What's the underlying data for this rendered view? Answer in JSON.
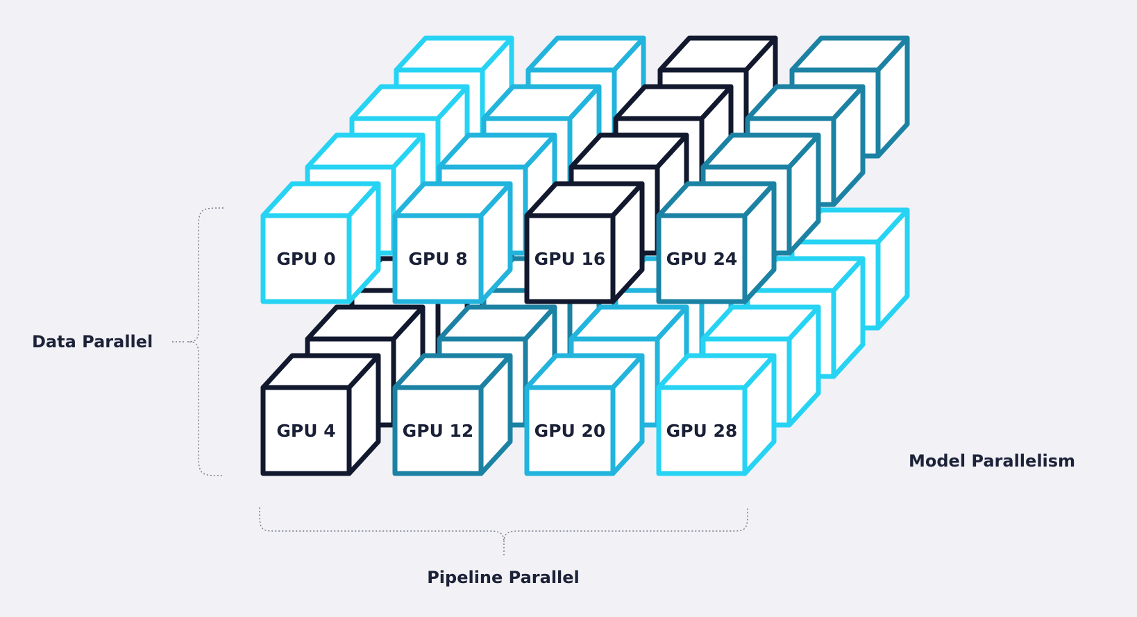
{
  "labels": {
    "data_parallel": "Data Parallel",
    "pipeline_parallel": "Pipeline Parallel",
    "model_parallelism": "Model Parallelism"
  },
  "colors": {
    "background": "#f1f1f6",
    "cube_face": "#ffffff",
    "text": "#1c2238",
    "palette": {
      "cyan": "#27d3f3",
      "sky": "#22b4dc",
      "teal": "#1a9fc3",
      "dark_teal": "#1c82a3",
      "navy": "#12192e"
    }
  },
  "grid": {
    "columns": 4,
    "rows": 2,
    "depth": 4
  },
  "cubes": [
    {
      "col": 0,
      "row": 0,
      "depth": 0,
      "label": "GPU 0",
      "color": "cyan"
    },
    {
      "col": 0,
      "row": 0,
      "depth": 1,
      "label": "",
      "color": "cyan"
    },
    {
      "col": 0,
      "row": 0,
      "depth": 2,
      "label": "",
      "color": "cyan"
    },
    {
      "col": 0,
      "row": 0,
      "depth": 3,
      "label": "",
      "color": "cyan"
    },
    {
      "col": 1,
      "row": 0,
      "depth": 0,
      "label": "GPU 8",
      "color": "sky"
    },
    {
      "col": 1,
      "row": 0,
      "depth": 1,
      "label": "",
      "color": "sky"
    },
    {
      "col": 1,
      "row": 0,
      "depth": 2,
      "label": "",
      "color": "sky"
    },
    {
      "col": 1,
      "row": 0,
      "depth": 3,
      "label": "",
      "color": "sky"
    },
    {
      "col": 2,
      "row": 0,
      "depth": 0,
      "label": "GPU 16",
      "color": "navy"
    },
    {
      "col": 2,
      "row": 0,
      "depth": 1,
      "label": "",
      "color": "navy"
    },
    {
      "col": 2,
      "row": 0,
      "depth": 2,
      "label": "",
      "color": "navy"
    },
    {
      "col": 2,
      "row": 0,
      "depth": 3,
      "label": "",
      "color": "navy"
    },
    {
      "col": 3,
      "row": 0,
      "depth": 0,
      "label": "GPU 24",
      "color": "dark_teal"
    },
    {
      "col": 3,
      "row": 0,
      "depth": 1,
      "label": "",
      "color": "dark_teal"
    },
    {
      "col": 3,
      "row": 0,
      "depth": 2,
      "label": "",
      "color": "dark_teal"
    },
    {
      "col": 3,
      "row": 0,
      "depth": 3,
      "label": "",
      "color": "dark_teal"
    },
    {
      "col": 0,
      "row": 1,
      "depth": 0,
      "label": "GPU 4",
      "color": "navy"
    },
    {
      "col": 0,
      "row": 1,
      "depth": 1,
      "label": "",
      "color": "navy"
    },
    {
      "col": 0,
      "row": 1,
      "depth": 2,
      "label": "",
      "color": "navy"
    },
    {
      "col": 0,
      "row": 1,
      "depth": 3,
      "label": "",
      "color": "navy"
    },
    {
      "col": 1,
      "row": 1,
      "depth": 0,
      "label": "GPU 12",
      "color": "dark_teal"
    },
    {
      "col": 1,
      "row": 1,
      "depth": 1,
      "label": "",
      "color": "dark_teal"
    },
    {
      "col": 1,
      "row": 1,
      "depth": 2,
      "label": "",
      "color": "dark_teal"
    },
    {
      "col": 1,
      "row": 1,
      "depth": 3,
      "label": "",
      "color": "dark_teal"
    },
    {
      "col": 2,
      "row": 1,
      "depth": 0,
      "label": "GPU 20",
      "color": "sky"
    },
    {
      "col": 2,
      "row": 1,
      "depth": 1,
      "label": "",
      "color": "sky"
    },
    {
      "col": 2,
      "row": 1,
      "depth": 2,
      "label": "",
      "color": "sky"
    },
    {
      "col": 2,
      "row": 1,
      "depth": 3,
      "label": "",
      "color": "sky"
    },
    {
      "col": 3,
      "row": 1,
      "depth": 0,
      "label": "GPU 28",
      "color": "cyan"
    },
    {
      "col": 3,
      "row": 1,
      "depth": 1,
      "label": "",
      "color": "cyan"
    },
    {
      "col": 3,
      "row": 1,
      "depth": 2,
      "label": "",
      "color": "cyan"
    },
    {
      "col": 3,
      "row": 1,
      "depth": 3,
      "label": "",
      "color": "cyan"
    }
  ]
}
